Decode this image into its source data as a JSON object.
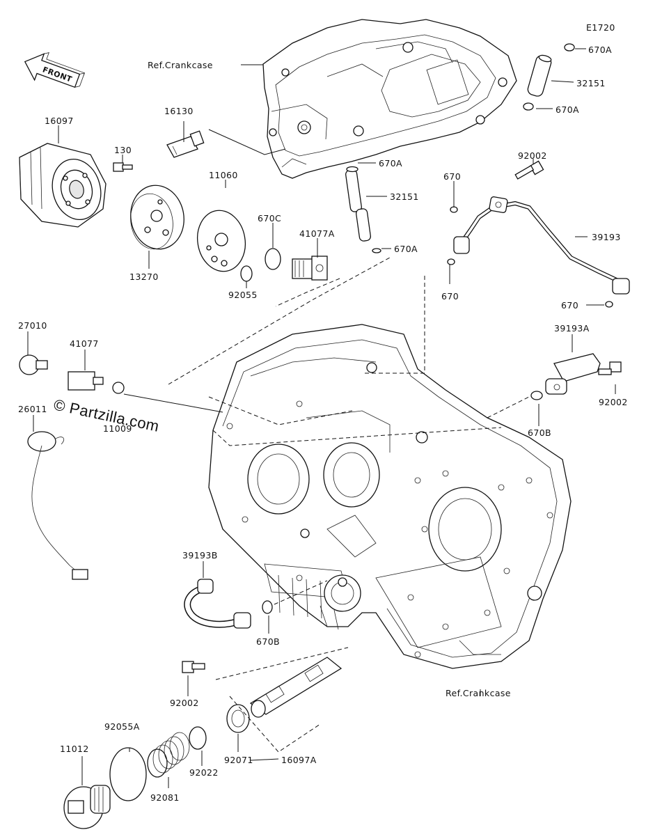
{
  "diagram": {
    "code": "E1720",
    "front_label": "FRONT",
    "watermark": "© Partzilla.com",
    "ref_labels": [
      "Ref.Crankcase",
      "Ref.Crankcase"
    ],
    "callouts": [
      "670A",
      "32151",
      "670A",
      "16130",
      "670A",
      "32151",
      "92002",
      "670",
      "16097",
      "130",
      "11060",
      "670C",
      "41077A",
      "670A",
      "39193",
      "670",
      "13270",
      "92055",
      "670",
      "27010",
      "41077",
      "39193A",
      "11009",
      "26011",
      "92002",
      "670B",
      "39193B",
      "670B",
      "92002",
      "92055A",
      "11012",
      "92081",
      "92022",
      "92071",
      "16097A"
    ]
  }
}
